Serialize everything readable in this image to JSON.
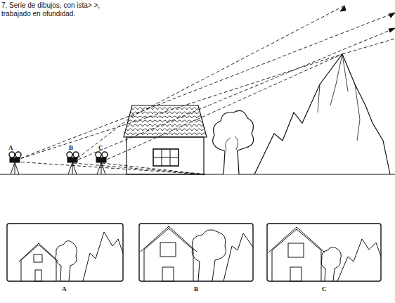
{
  "diagram": {
    "caption": "7. Serie de dibujos, con ista> >, trabajado en ofundidad.",
    "labels": [
      "A",
      "B",
      "C",
      "A",
      "B",
      "C"
    ]
  }
}
